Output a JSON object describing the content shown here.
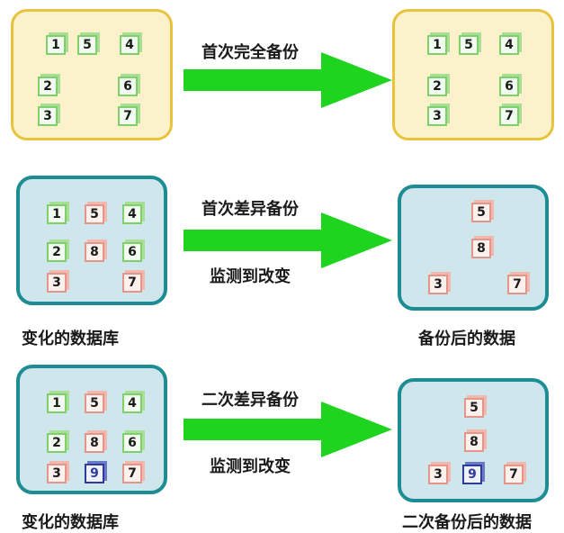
{
  "colors": {
    "full_panel_fill": "#fbf2cc",
    "full_panel_border": "#e8c43e",
    "diff_panel_fill": "#cfe6ec",
    "diff_panel_border": "#1d8d93",
    "arrow": "#1fd41f",
    "unchanged_box": "#7fcf6a",
    "changed_box": "#e6958a",
    "new_box": "#2c3c9a"
  },
  "row1": {
    "arrow_label": "首次完全备份",
    "source_boxes": [
      "1",
      "5",
      "4",
      "2",
      "6",
      "3",
      "7"
    ],
    "target_boxes": [
      "1",
      "5",
      "4",
      "2",
      "6",
      "3",
      "7"
    ]
  },
  "row2": {
    "arrow_label_top": "首次差异备份",
    "arrow_label_bottom": "监测到改变",
    "source_caption": "变化的数据库",
    "target_caption": "备份后的数据",
    "source_boxes": [
      "1",
      "5",
      "4",
      "2",
      "8",
      "6",
      "3",
      "7"
    ],
    "target_boxes": [
      "5",
      "8",
      "3",
      "7"
    ]
  },
  "row3": {
    "arrow_label_top": "二次差异备份",
    "arrow_label_bottom": "监测到改变",
    "source_caption": "变化的数据库",
    "target_caption": "二次备份后的数据",
    "source_boxes": [
      "1",
      "5",
      "4",
      "2",
      "8",
      "6",
      "3",
      "9",
      "7"
    ],
    "target_boxes": [
      "5",
      "8",
      "3",
      "9",
      "7"
    ]
  }
}
